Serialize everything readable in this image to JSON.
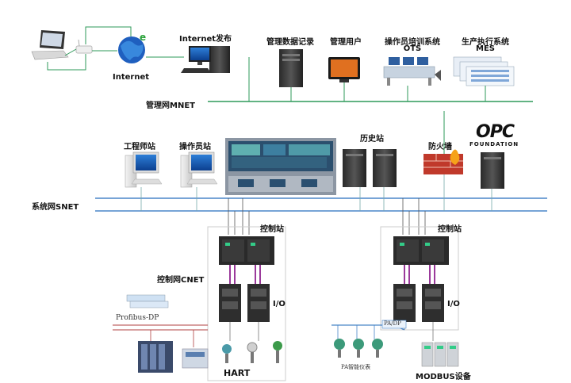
{
  "top": {
    "internet_publish": "Internet发布",
    "internet": "Internet",
    "mgmt_data_record": "管理数据记录",
    "mgmt_user": "管理用户",
    "ots_line1": "操作员培训系统",
    "ots_line2": "OTS",
    "mes_line1": "生产执行系统",
    "mes_line2": "MES",
    "mnet": "管理网MNET"
  },
  "middle": {
    "engineer_station": "工程师站",
    "operator_station": "操作员站",
    "history_station": "历史站",
    "firewall": "防火墙",
    "opc_logo": "OPC",
    "opc_foundation": "FOUNDATION",
    "snet": "系统网SNET"
  },
  "bottom": {
    "control_station_left": "控制站",
    "control_station_right": "控制站",
    "cnet": "控制网CNET",
    "io_left": "I/O",
    "io_right": "I/O",
    "profibus": "Profibus-DP",
    "hart": "HART",
    "pa_dp": "PA/DP",
    "pa_instruments": "PA智能仪表",
    "modbus": "MODBUS设备"
  },
  "colors": {
    "mnet_line": "#2e9a5a",
    "snet_line": "#4a86c8",
    "cnet_line": "#9b3a9b",
    "profibus_line": "#b04040"
  }
}
